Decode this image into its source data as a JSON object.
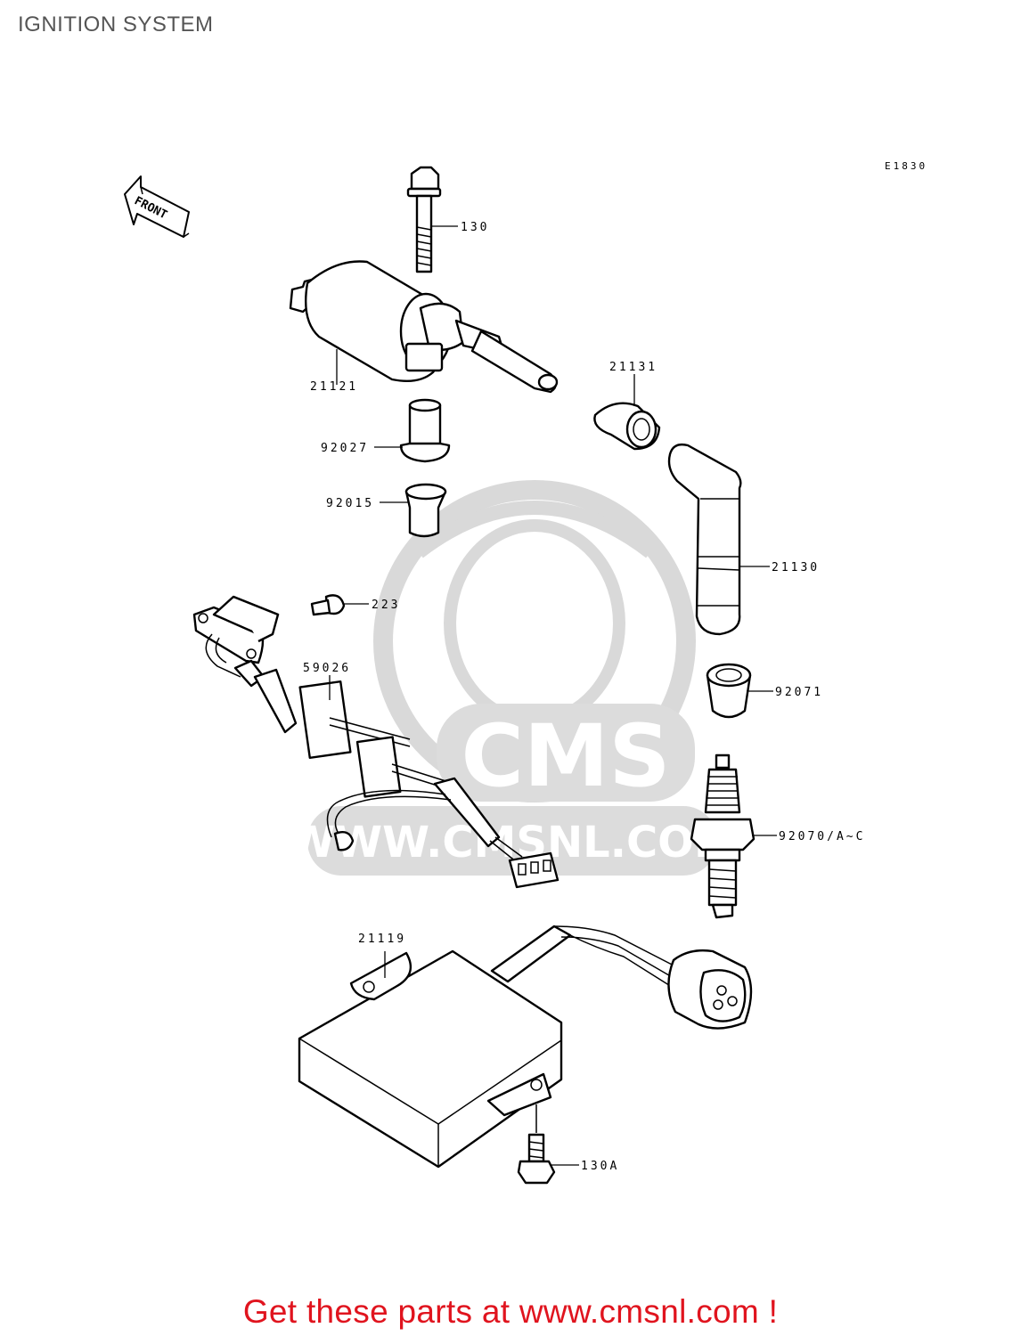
{
  "page": {
    "title": "IGNITION SYSTEM",
    "diagram_code": "E1830",
    "front_arrow_label": "FRONT",
    "footer_text": "Get these parts at www.cmsnl.com !"
  },
  "watermark": {
    "brand": "CMS",
    "url": "WWW.CMSNL.COM"
  },
  "parts": [
    {
      "id": "130",
      "label": "130"
    },
    {
      "id": "21121",
      "label": "21121"
    },
    {
      "id": "21131",
      "label": "21131"
    },
    {
      "id": "92027",
      "label": "92027"
    },
    {
      "id": "92015",
      "label": "92015"
    },
    {
      "id": "21130",
      "label": "21130"
    },
    {
      "id": "223",
      "label": "223"
    },
    {
      "id": "59026",
      "label": "59026"
    },
    {
      "id": "92071",
      "label": "92071"
    },
    {
      "id": "92070",
      "label": "92070/A~C"
    },
    {
      "id": "21119",
      "label": "21119"
    },
    {
      "id": "130A",
      "label": "130A"
    }
  ],
  "colors": {
    "title": "#555555",
    "line_art": "#000000",
    "watermark": "#dcdcdc",
    "footer": "#e0141e"
  }
}
